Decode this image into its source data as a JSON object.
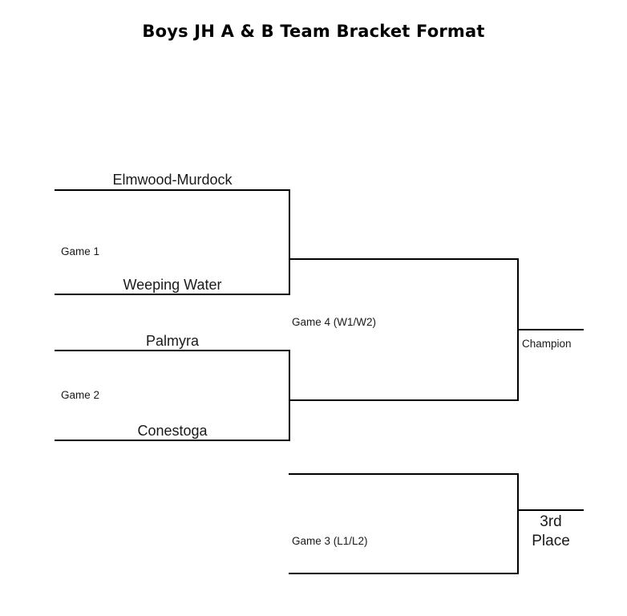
{
  "title": "Boys JH A & B Team Bracket Format",
  "bracket": {
    "round1": [
      {
        "game_label": "Game 1",
        "top_team": "Elmwood-Murdock",
        "bottom_team": "Weeping Water"
      },
      {
        "game_label": "Game 2",
        "top_team": "Palmyra",
        "bottom_team": "Conestoga"
      }
    ],
    "championship": {
      "game_label": "Game 4 (W1/W2)",
      "outcome_label": "Champion"
    },
    "consolation": {
      "game_label": "Game 3 (L1/L2)",
      "outcome_label_line1": "3rd",
      "outcome_label_line2": "Place"
    }
  },
  "colors": {
    "line": "#000000",
    "text": "#1a1a1a",
    "background": "#ffffff"
  }
}
